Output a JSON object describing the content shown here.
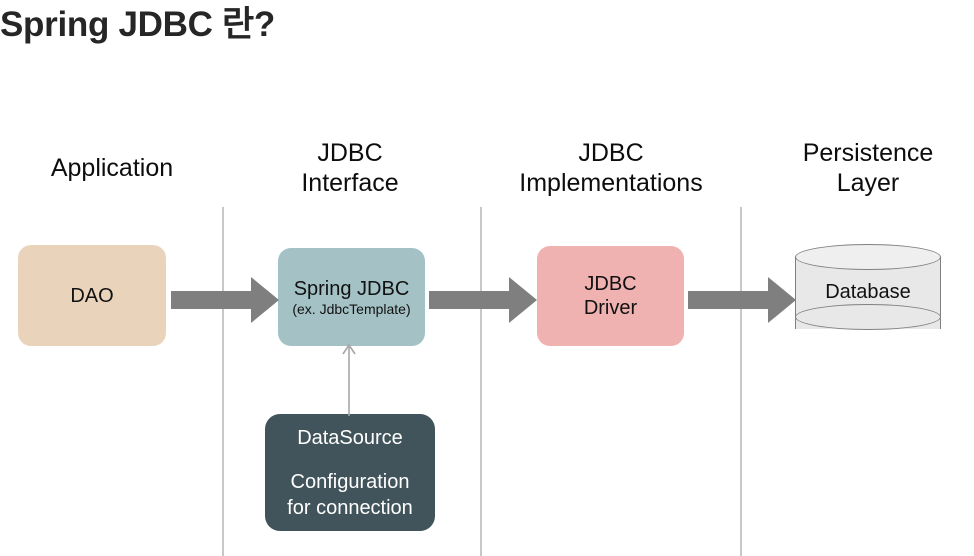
{
  "slide": {
    "title": "Spring JDBC 란?"
  },
  "diagram": {
    "columns": [
      {
        "id": "application",
        "label_line1": "Application",
        "label_line2": ""
      },
      {
        "id": "jdbc-interface",
        "label_line1": "JDBC",
        "label_line2": "Interface"
      },
      {
        "id": "jdbc-impl",
        "label_line1": "JDBC",
        "label_line2": "Implementations"
      },
      {
        "id": "persistence",
        "label_line1": "Persistence",
        "label_line2": "Layer"
      }
    ],
    "nodes": {
      "dao": {
        "label": "DAO"
      },
      "spring_jdbc": {
        "label": "Spring JDBC",
        "sublabel": "(ex. JdbcTemplate)"
      },
      "jdbc_driver": {
        "label_line1": "JDBC",
        "label_line2": "Driver"
      },
      "database": {
        "label": "Database"
      },
      "datasource": {
        "title": "DataSource",
        "line1": "Configuration",
        "line2": "for connection"
      }
    },
    "arrows": [
      {
        "id": "dao-to-spring-jdbc",
        "from": "dao",
        "to": "spring_jdbc"
      },
      {
        "id": "spring-jdbc-to-driver",
        "from": "spring_jdbc",
        "to": "jdbc_driver"
      },
      {
        "id": "driver-to-database",
        "from": "jdbc_driver",
        "to": "database"
      },
      {
        "id": "datasource-to-spring-jdbc",
        "from": "datasource",
        "to": "spring_jdbc"
      }
    ],
    "colors": {
      "dao": "#e9d4bb",
      "spring_jdbc": "#a4c2c5",
      "jdbc_driver": "#f0b1b1",
      "datasource": "#42545b",
      "database": "#e8e8e8",
      "arrow": "#7f7f7f",
      "divider": "#c8c8c8",
      "title": "#262626"
    }
  }
}
